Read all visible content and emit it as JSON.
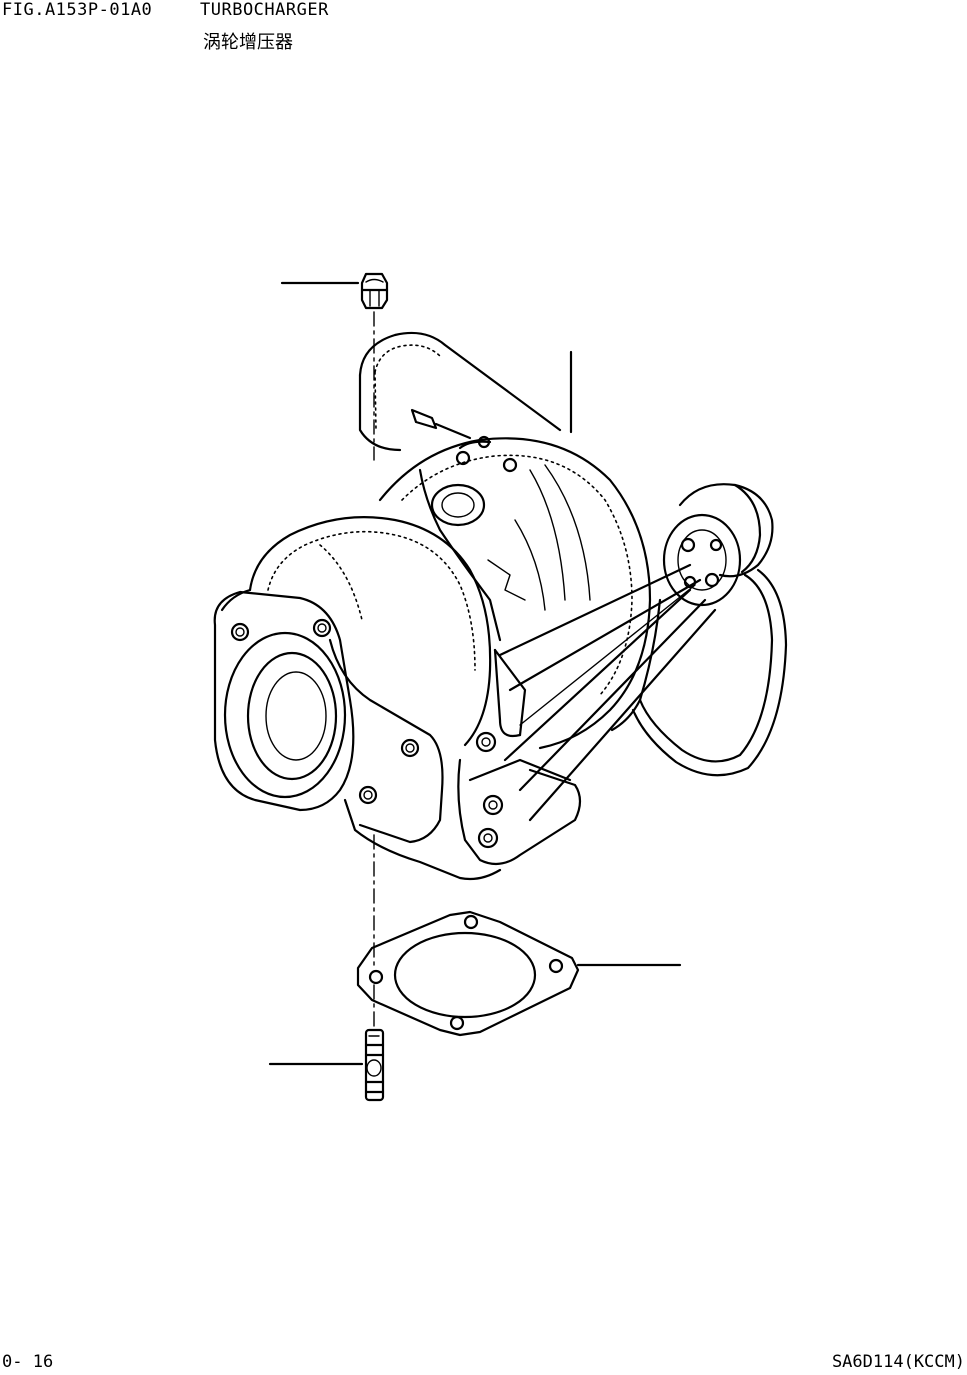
{
  "header": {
    "figure_id": "FIG.A153P-01A0",
    "title_en": "TURBOCHARGER",
    "title_cn": "涡轮增压器"
  },
  "footer": {
    "page_number": "0- 16",
    "model_code": "SA6D114(KCCM)"
  }
}
